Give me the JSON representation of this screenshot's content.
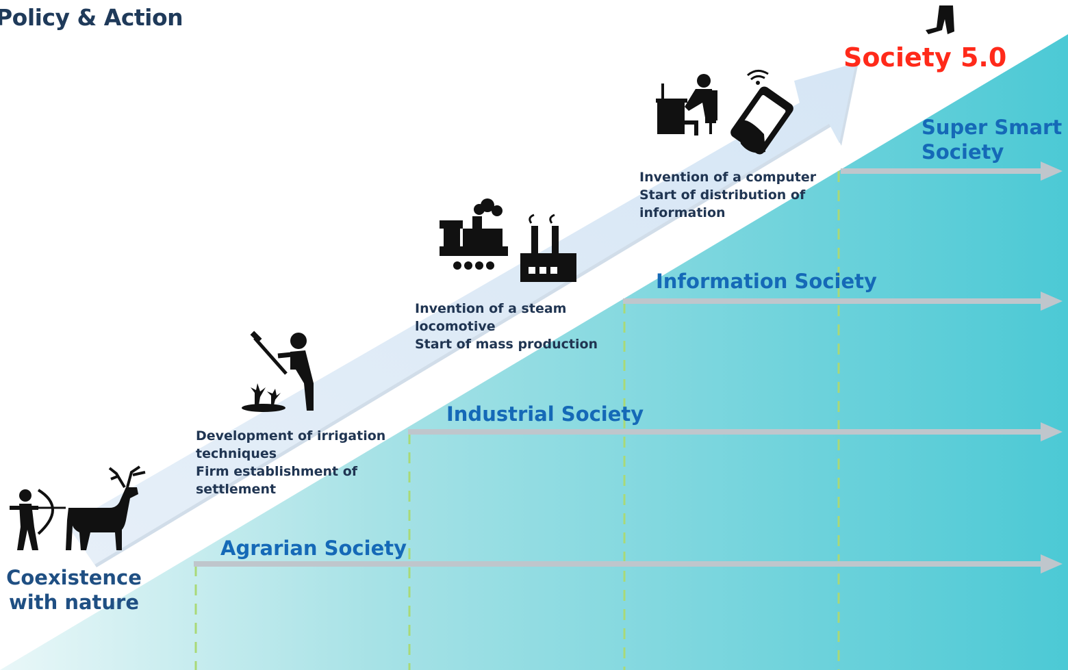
{
  "header": {
    "title": "Policy & Action"
  },
  "highlight": {
    "title": "Society 5.0",
    "color": "#ff2a1a"
  },
  "base": {
    "line1": "Coexistence",
    "line2": "with nature"
  },
  "societies": [
    {
      "name": "Agrarian Society"
    },
    {
      "name": "Industrial Society"
    },
    {
      "name": "Information Society"
    },
    {
      "name": "Super Smart",
      "name2": "Society"
    }
  ],
  "milestones": [
    {
      "line1": "Development of irrigation",
      "line2": "techniques",
      "line3": "Firm establishment of",
      "line4": "settlement"
    },
    {
      "line1": "Invention of a steam",
      "line2": "locomotive",
      "line3": "Start of mass production"
    },
    {
      "line1": "Invention of a computer",
      "line2": "Start of distribution of",
      "line3": "information"
    }
  ],
  "icons": [
    "archer-icon",
    "deer-icon",
    "farmer-icon",
    "plants-icon",
    "steam-locomotive-icon",
    "factory-icon",
    "computer-user-icon",
    "smartphone-icon",
    "person-icon"
  ],
  "colors": {
    "text_blue": "#1569b7",
    "dark_text": "#203552",
    "teal": "#4cc8d4",
    "arrow": "#dbe8f5"
  }
}
